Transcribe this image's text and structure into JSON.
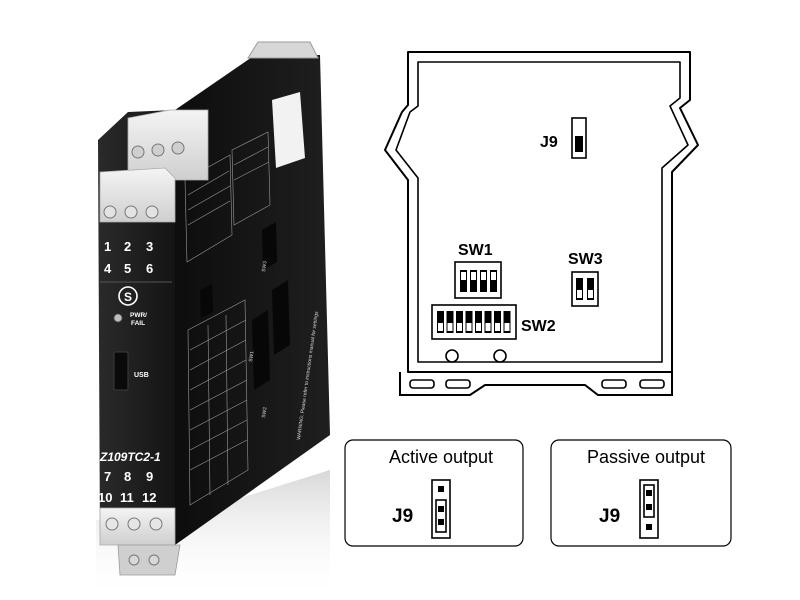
{
  "device": {
    "model": "Z109TC2-1",
    "terminals_top": [
      "1",
      "2",
      "3",
      "4",
      "5",
      "6"
    ],
    "terminals_bottom": [
      "7",
      "8",
      "9",
      "10",
      "11",
      "12"
    ],
    "led_label": "PWR/\nFAIL",
    "led_label_line1": "PWR/",
    "led_label_line2": "FAIL",
    "usb_label": "USB",
    "logo_letter": "S",
    "side_switch_labels": [
      "SW1",
      "SW2",
      "SW3"
    ],
    "warning_text": "WARNING: Please refer to instructions manual for settings"
  },
  "board": {
    "jumper_label": "J9",
    "switch_labels": {
      "sw1": "SW1",
      "sw2": "SW2",
      "sw3": "SW3"
    },
    "sw1_positions": 4,
    "sw2_positions": 8,
    "sw3_positions": 2
  },
  "outputs": [
    {
      "title": "Active output",
      "jumper_label": "J9",
      "mode": "active"
    },
    {
      "title": "Passive output",
      "jumper_label": "J9",
      "mode": "passive"
    }
  ],
  "colors": {
    "module_body": "#1b1b1b",
    "module_dark": "#0e0e0e",
    "terminal_block": "#e8e8e8",
    "outline": "#000000"
  }
}
